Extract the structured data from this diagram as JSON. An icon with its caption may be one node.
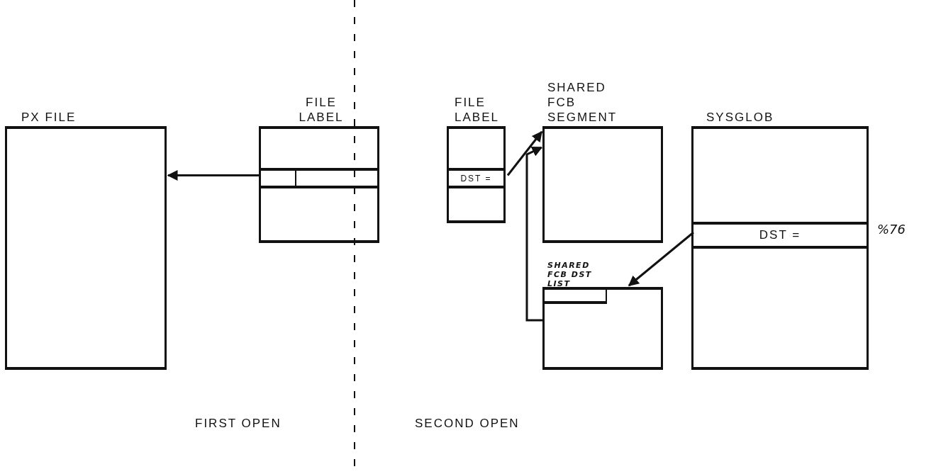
{
  "diagram": {
    "nodes": [
      {
        "text": [
          "PX FILE"
        ]
      },
      {
        "text": [
          "FILE LABEL"
        ]
      },
      {
        "text": [],
        "shape": "box",
        "in": 1
      },
      {
        "text": [
          "FILE LABEL"
        ]
      },
      {
        "text": [
          "DST ="
        ],
        "in": 3
      },
      {
        "text": [
          "SHARED FCB SEGMENT"
        ]
      },
      {
        "text": [
          "SYSGLOB"
        ]
      },
      {
        "text": [
          "DST ="
        ],
        "in": 6,
        "beside": [
          "%76"
        ]
      },
      {
        "text": [
          "SHARED FCB DST LIST"
        ]
      },
      {
        "text": [],
        "shape": "box",
        "in": 8
      }
    ],
    "edges": [
      {
        "from": 2,
        "to": 0,
        "arrow": "to"
      },
      {
        "from": 4,
        "to": 5,
        "arrow": "to"
      },
      {
        "from": 8,
        "to": 5,
        "arrow": "to"
      },
      {
        "from": 7,
        "to": 8,
        "arrow": "to"
      }
    ],
    "labels": [
      "FIRST OPEN",
      "SECOND OPEN"
    ]
  }
}
